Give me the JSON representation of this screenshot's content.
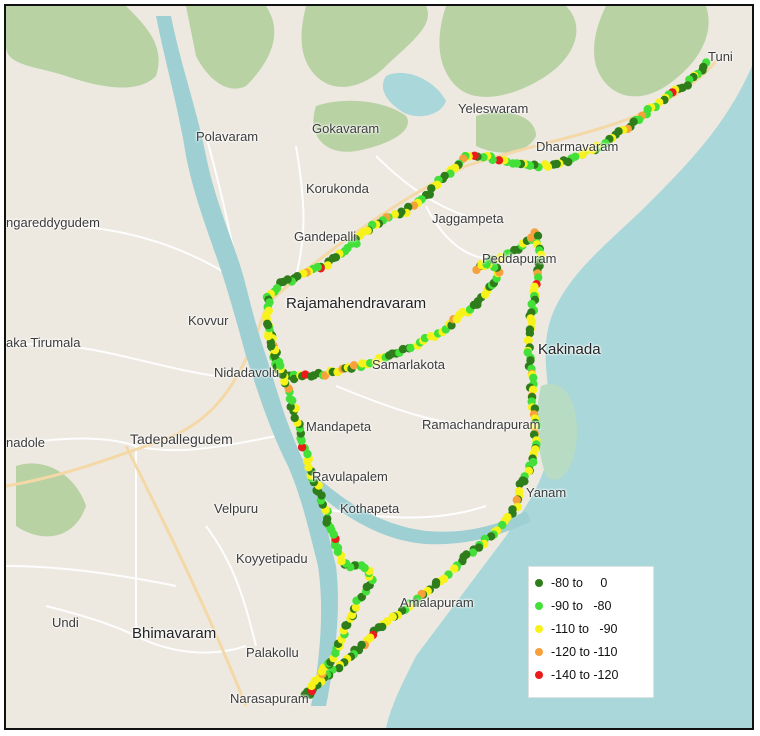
{
  "places": [
    {
      "name": "Tuni"
    },
    {
      "name": "Yeleswaram"
    },
    {
      "name": "Gokavaram"
    },
    {
      "name": "Polavaram"
    },
    {
      "name": "Dharmavaram"
    },
    {
      "name": "Korukonda"
    },
    {
      "name": "ngareddygudem"
    },
    {
      "name": "Jaggampeta"
    },
    {
      "name": "Gandepalli"
    },
    {
      "name": "Peddapuram"
    },
    {
      "name": "Rajamahendravaram"
    },
    {
      "name": "Kovvur"
    },
    {
      "name": "aka Tirumala"
    },
    {
      "name": "Kakinada"
    },
    {
      "name": "Nidadavolu"
    },
    {
      "name": "Samarlakota"
    },
    {
      "name": "Mandapeta"
    },
    {
      "name": "Ramachandrapuram"
    },
    {
      "name": "nadole"
    },
    {
      "name": "Tadepallegudem"
    },
    {
      "name": "Ravulapalem"
    },
    {
      "name": "Yanam"
    },
    {
      "name": "Velpuru"
    },
    {
      "name": "Kothapeta"
    },
    {
      "name": "Koyyetipadu"
    },
    {
      "name": "Amalapuram"
    },
    {
      "name": "Undi"
    },
    {
      "name": "Bhimavaram"
    },
    {
      "name": "Palakollu"
    },
    {
      "name": "Narasapuram"
    }
  ],
  "legend": {
    "items": [
      {
        "label": "-80 to     0",
        "color": "#2e7d1a"
      },
      {
        "label": "-90 to   -80",
        "color": "#44e03a"
      },
      {
        "label": "-110 to   -90",
        "color": "#f7f31a"
      },
      {
        "label": "-120 to -110",
        "color": "#f7a13a"
      },
      {
        "label": "-140 to -120",
        "color": "#ec1b1b"
      }
    ]
  },
  "colors": {
    "land": "#ede9e1",
    "sea": "#a9d7da",
    "river": "#9ecfd3",
    "forest": "#b8d2a4",
    "road": "#ffffff",
    "major_road": "#f4d8a6"
  }
}
